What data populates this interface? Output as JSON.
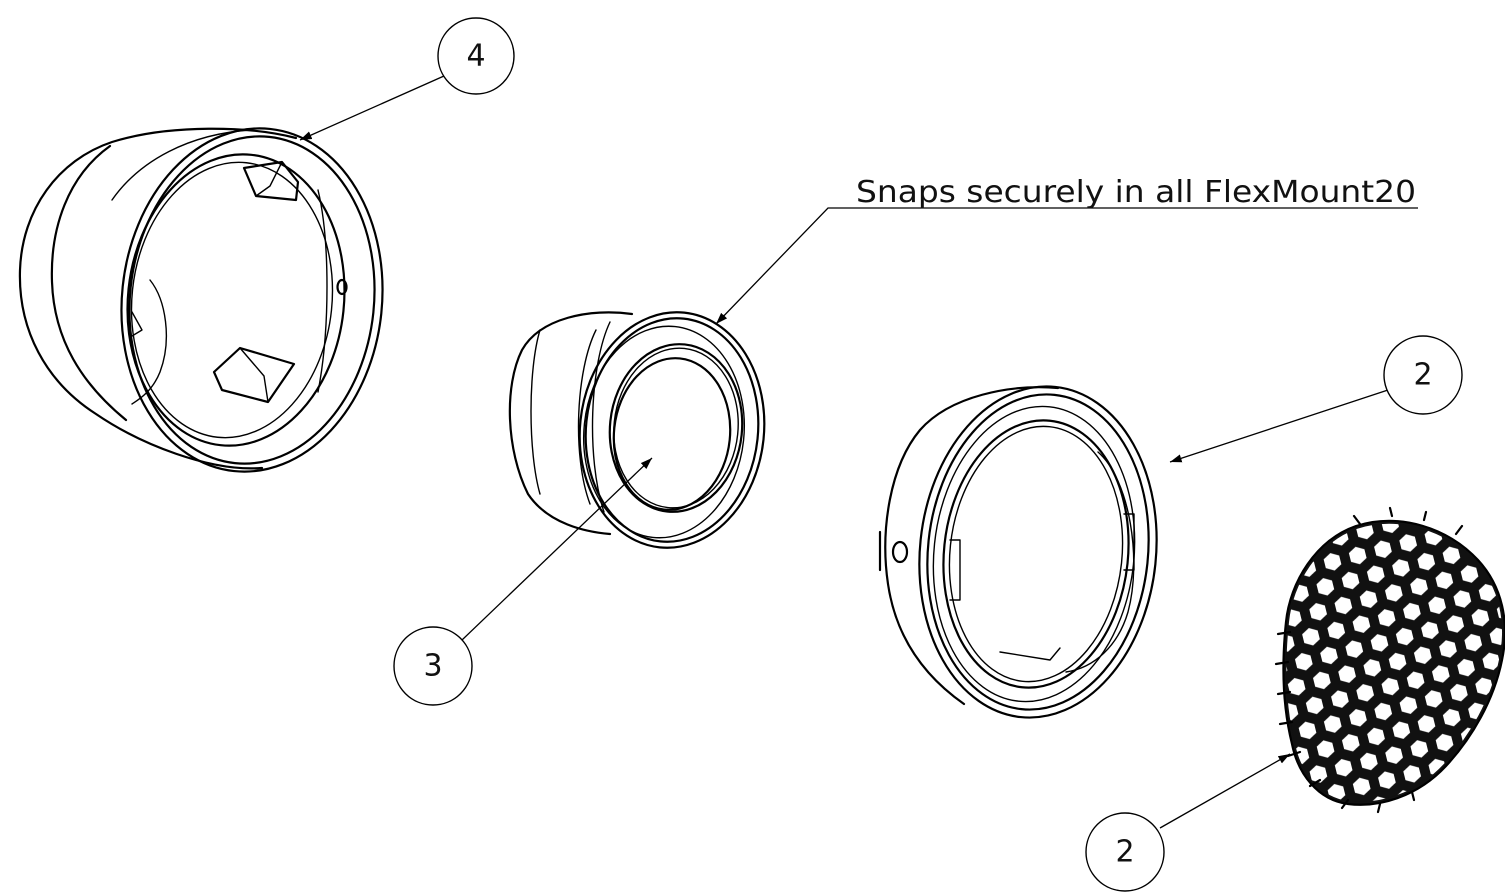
{
  "colors": {
    "line": "#000000",
    "background": "#ffffff",
    "text": "#111111"
  },
  "callouts": {
    "part_4": {
      "label": "4"
    },
    "part_3": {
      "label": "3"
    },
    "part_2_ring": {
      "label": "2"
    },
    "part_2_mesh": {
      "label": "2"
    }
  },
  "note": {
    "text": "Snaps securely in all FlexMount20"
  },
  "parts": [
    {
      "name": "housing-cup",
      "icon": "cup-shell-icon"
    },
    {
      "name": "snap-adapter",
      "icon": "adapter-ring-icon"
    },
    {
      "name": "bezel-ring",
      "icon": "bezel-ring-icon"
    },
    {
      "name": "honeycomb-louvre",
      "icon": "honeycomb-mesh-icon"
    }
  ]
}
